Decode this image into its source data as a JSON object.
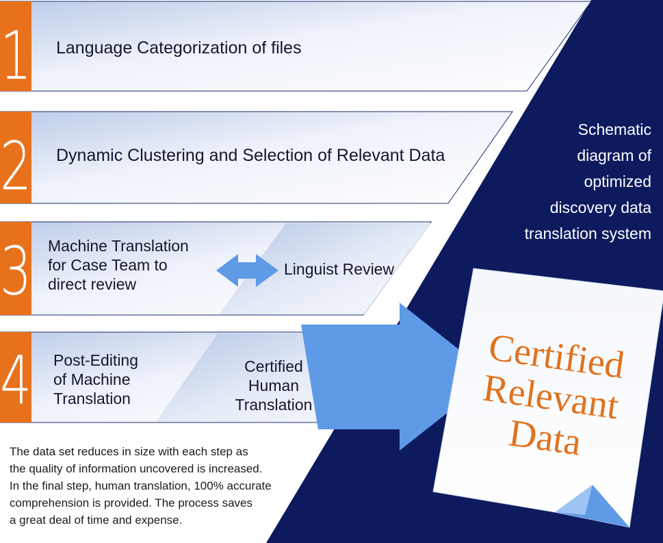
{
  "steps": [
    {
      "number": "1",
      "label": "Language Categorization of files"
    },
    {
      "number": "2",
      "label": "Dynamic Clustering and Selection of Relevant Data"
    },
    {
      "number": "3",
      "left_label": [
        "Machine Translation",
        "for Case Team to",
        "direct review"
      ],
      "right_label": "Linguist Review"
    },
    {
      "number": "4",
      "left_label": [
        "Post-Editing",
        "of Machine",
        "Translation"
      ],
      "right_label": [
        "Certified",
        "Human",
        "Translation"
      ]
    }
  ],
  "caption": [
    "Schematic",
    "diagram of",
    "optimized",
    "discovery data",
    "translation system"
  ],
  "document": {
    "lines": [
      "Certified",
      "Relevant",
      "Data"
    ]
  },
  "description": [
    "The data set reduces in size with each step as",
    "the quality of information uncovered is increased.",
    "In the final step, human translation, 100% accurate",
    "comprehension is provided. The process saves",
    "a great deal of time and expense."
  ],
  "colors": {
    "navy": "#0d1a5e",
    "orange": "#e8721c",
    "band_light": "#f4f6fb",
    "band_mid": "#bccbe8",
    "arrow": "#5f9ae6",
    "certified_text": "#e0731f"
  },
  "icons": {
    "swap": "double-headed-arrow-icon",
    "flow": "large-right-arrow-icon",
    "doc": "document-page-icon"
  }
}
